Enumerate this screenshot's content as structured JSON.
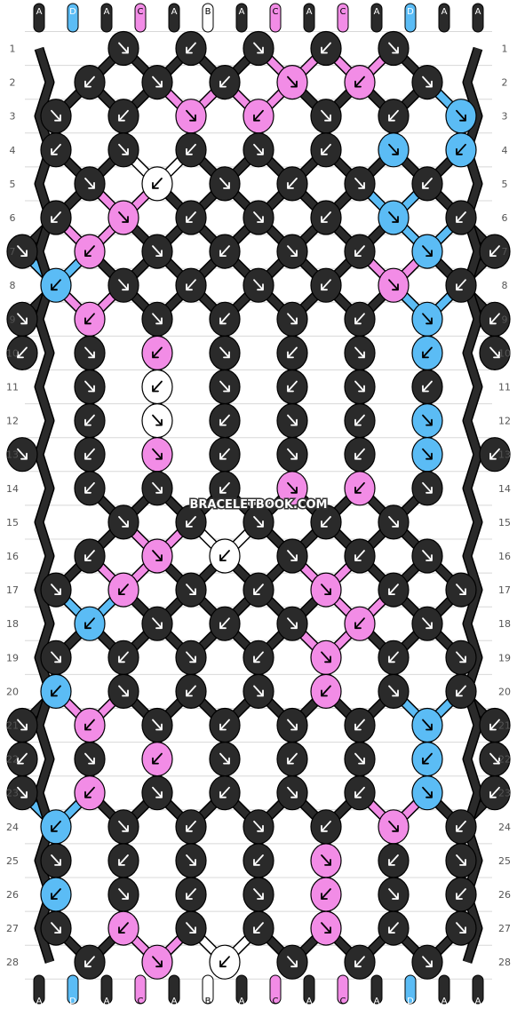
{
  "watermark": "BRACELETBOOK.COM",
  "string_labels": [
    "A",
    "D",
    "A",
    "C",
    "A",
    "B",
    "A",
    "C",
    "A",
    "C",
    "A",
    "D",
    "A",
    "A"
  ],
  "row_numbers": [
    1,
    2,
    3,
    4,
    5,
    6,
    7,
    8,
    9,
    10,
    11,
    12,
    13,
    14,
    15,
    16,
    17,
    18,
    19,
    20,
    21,
    22,
    23,
    24,
    25,
    26,
    27,
    28
  ],
  "colors": {
    "A": "#2a2a2a",
    "B": "#ffffff",
    "C": "#f28ce6",
    "D": "#5bbcf5",
    "frame": "#000000"
  },
  "knot_rows": [
    "AAAAA",
    "AAACCA",
    "AACCAAD",
    "AAAAADD",
    "ABAAAA",
    "ACAAADA",
    "ACAAAADA",
    "DAAAACA",
    "ACAAAADA",
    "AACAAADA",
    "ABAAAA",
    "ABAAAD",
    "AACAAADA",
    "AAACCA",
    "AAAAA",
    "ACBAAA",
    "ACAACAA",
    "DAAACA",
    "AAAACAA",
    "DAAACAA",
    "ACAAAADA",
    "AACAAADA",
    "ACAAAADA",
    "DAAAACA",
    "AAAACAA",
    "DAAACAA",
    "ACAACAA",
    "ACBAAA"
  ]
}
